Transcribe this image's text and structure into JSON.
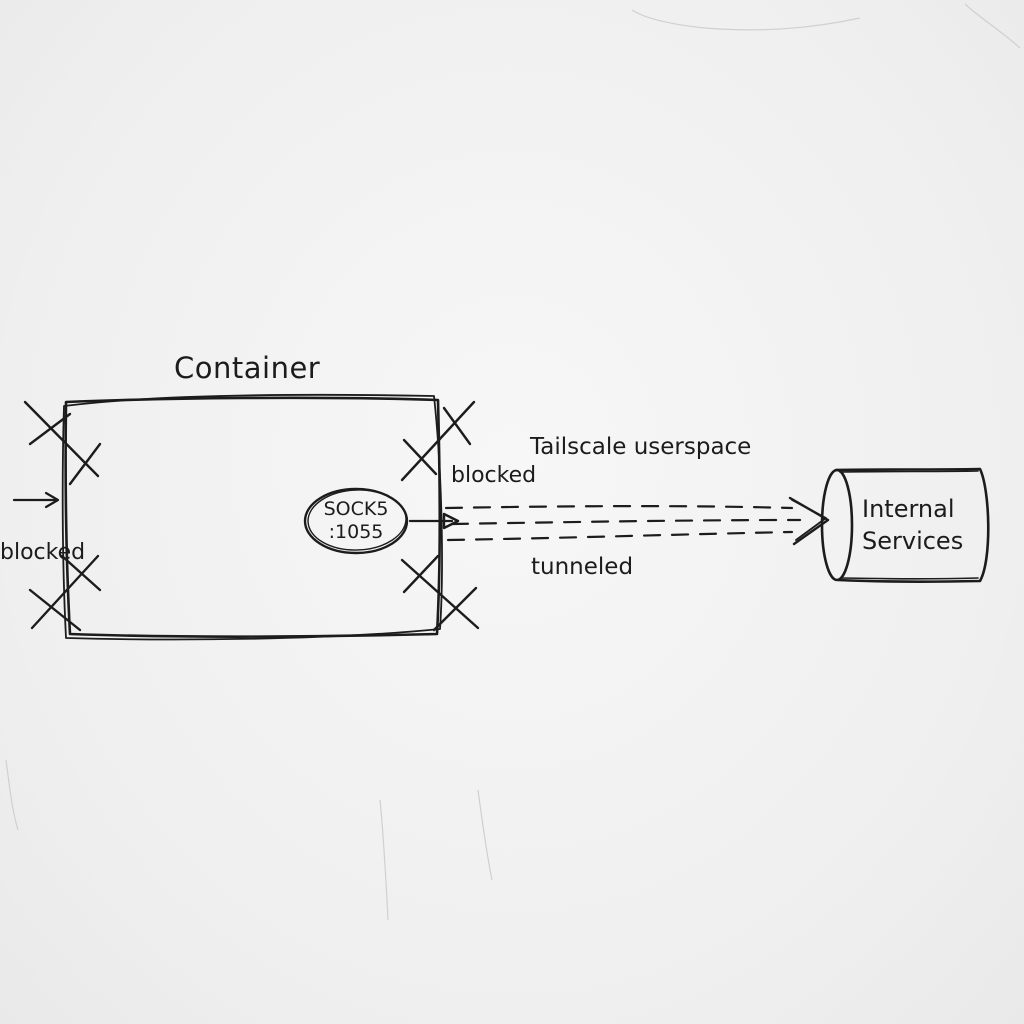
{
  "diagram": {
    "container": {
      "label": "Container"
    },
    "socks_proxy": {
      "line1": "SOCK5",
      "line2": ":1055"
    },
    "blocked_left": "blocked",
    "blocked_right": "blocked",
    "tunnel": {
      "label_top": "Tailscale userspace",
      "label_bottom": "tunneled"
    },
    "internal_services": {
      "line1": "Internal",
      "line2": "Services"
    }
  },
  "colors": {
    "ink": "#1c1c1c",
    "board": "#f2f2f2"
  }
}
